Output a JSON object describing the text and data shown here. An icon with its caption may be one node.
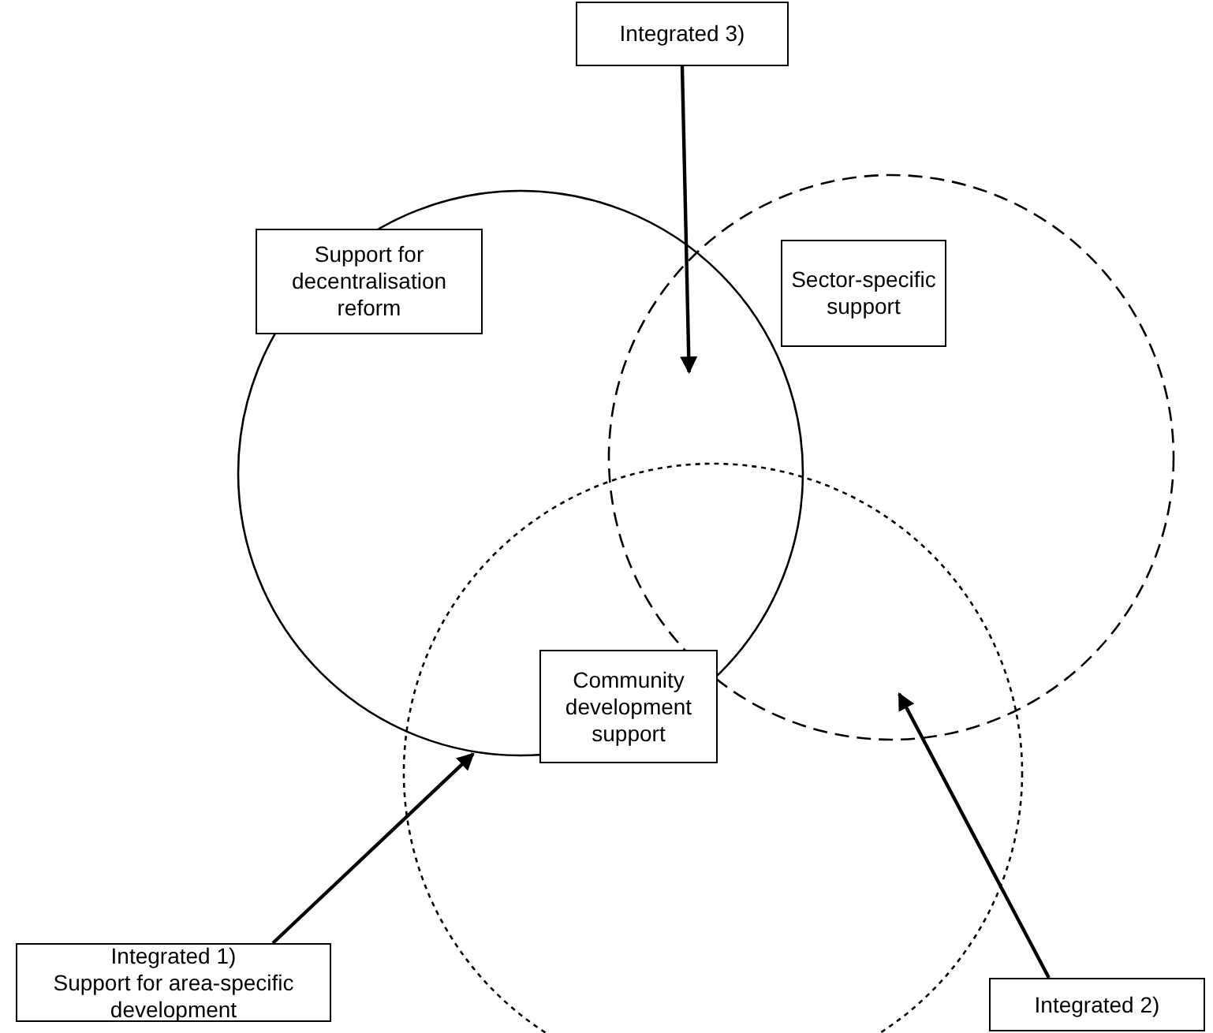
{
  "diagram": {
    "nodes": [
      {
        "text": [
          "Integrated 3)"
        ]
      },
      {
        "text": [],
        "shape": "circle"
      },
      {
        "text": [
          "Support for decentralisation reform"
        ],
        "in": 1
      },
      {
        "text": [],
        "shape": "circle"
      },
      {
        "text": [
          "Sector-specific support"
        ],
        "in": 3
      },
      {
        "text": [],
        "shape": "circle"
      },
      {
        "text": [
          "Community development support"
        ],
        "in": 5
      },
      {
        "text": [
          "Integrated 1)",
          "Support for area-specific development"
        ]
      },
      {
        "text": [
          "Integrated 2)"
        ]
      }
    ],
    "edges": [
      {
        "from": 0,
        "to": 3,
        "arrow": "to"
      },
      {
        "from": 7,
        "to": 1,
        "arrow": "to"
      },
      {
        "from": 8,
        "to": 3,
        "arrow": "to"
      }
    ]
  }
}
